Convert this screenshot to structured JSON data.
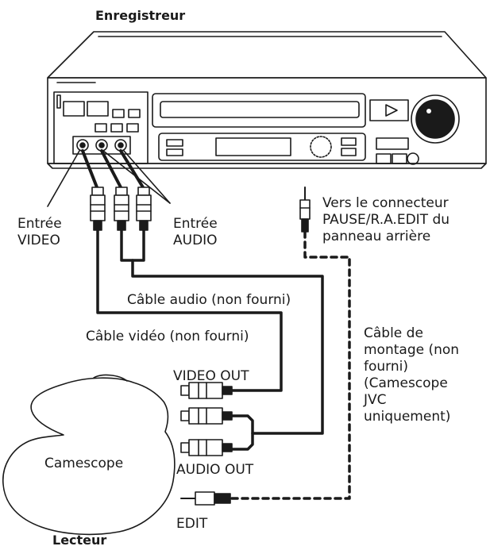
{
  "labels": {
    "recorder": "Enregistreur",
    "player": "Lecteur",
    "video_in": "Entrée\nVIDEO",
    "audio_in": "Entrée\nAUDIO",
    "pause_edit": "Vers le connecteur\nPAUSE/R.A.EDIT du\npanneau arrière",
    "audio_cable": "Câble audio (non fourni)",
    "video_cable": "Câble vidéo (non fourni)",
    "edit_cable": "Câble de\nmontage (non\nfourni)\n(Camescope\nJVC\nuniquement)",
    "video_out": "VIDEO OUT",
    "audio_out": "AUDIO OUT",
    "camcorder": "Camescope",
    "edit": "EDIT"
  },
  "colors": {
    "line": "#1a1a1a",
    "background": "#ffffff"
  }
}
